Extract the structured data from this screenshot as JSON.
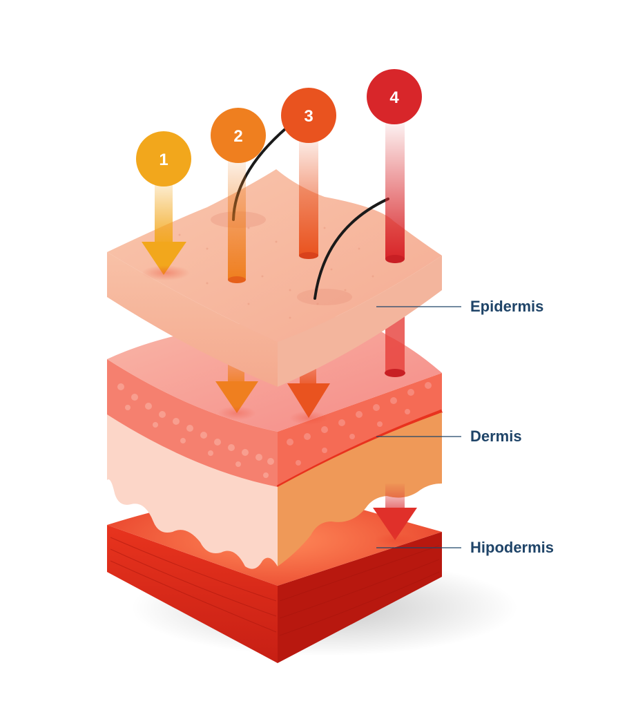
{
  "labels": {
    "epidermis": "Epidermis",
    "dermis": "Dermis",
    "hipodermis": "Hipodermis"
  },
  "markers": [
    {
      "number": "1",
      "color": "#f2a71c"
    },
    {
      "number": "2",
      "color": "#ef7f1f"
    },
    {
      "number": "3",
      "color": "#e9531f"
    },
    {
      "number": "4",
      "color": "#d8262a"
    }
  ],
  "colors": {
    "label_text": "#1f4468",
    "leader_line": "#1f4468",
    "epidermis_top": "#f7b79e",
    "dermis_top": "#f59a8f",
    "hipodermis_top": "#ef5a32"
  }
}
